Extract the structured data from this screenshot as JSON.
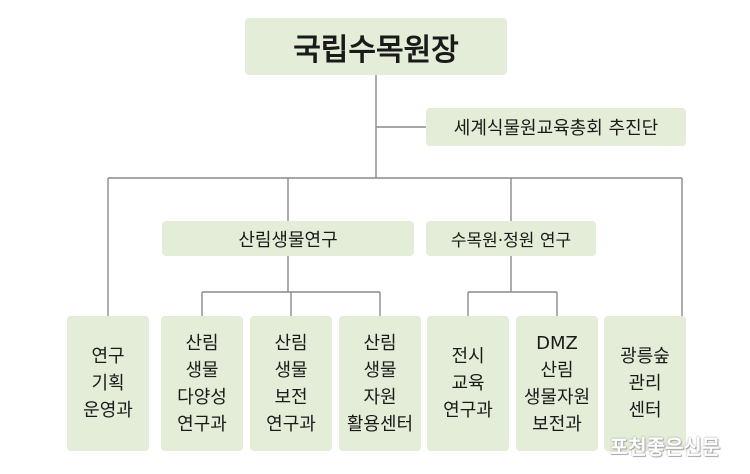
{
  "root": "국립수목원장",
  "subunit": "세계식물원교육총회 추진단",
  "groups": {
    "forest_bio": "산림생물연구",
    "arboretum": "수목원·정원 연구"
  },
  "units": [
    {
      "lines": [
        "연구",
        "기획",
        "운영과"
      ]
    },
    {
      "lines": [
        "산림",
        "생물",
        "다양성",
        "연구과"
      ]
    },
    {
      "lines": [
        "산림",
        "생물",
        "보전",
        "연구과"
      ]
    },
    {
      "lines": [
        "산림",
        "생물",
        "자원",
        "활용센터"
      ]
    },
    {
      "lines": [
        "전시",
        "교육",
        "연구과"
      ]
    },
    {
      "lines": [
        "DMZ",
        "산림",
        "생물자원",
        "보전과"
      ]
    },
    {
      "lines": [
        "광릉숲",
        "관리",
        "센터"
      ]
    }
  ],
  "watermark": "포천좋은신문",
  "colors": {
    "box": "#e3edd7",
    "line": "#8a8a8a"
  }
}
